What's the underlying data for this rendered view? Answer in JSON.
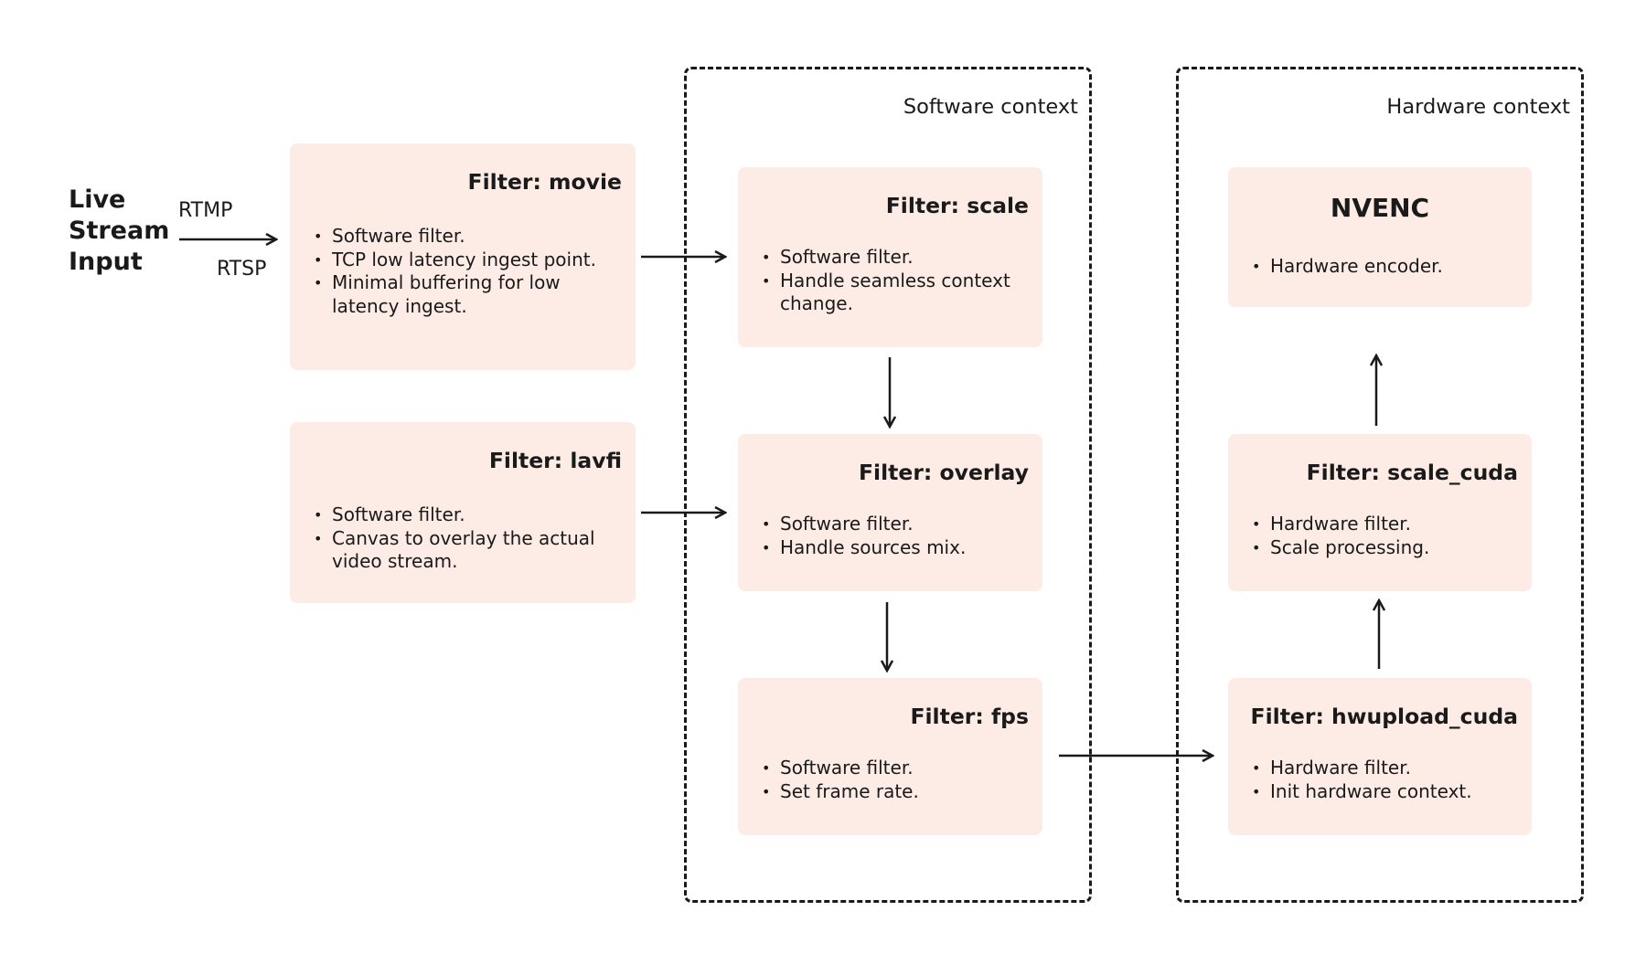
{
  "input": {
    "label": "Live Stream Input",
    "protocol_top": "RTMP",
    "protocol_bottom": "RTSP"
  },
  "contexts": {
    "software": {
      "title": "Software context"
    },
    "hardware": {
      "title": "Hardware context"
    }
  },
  "nodes": {
    "movie": {
      "title": "Filter: movie",
      "bullets": [
        "Software filter.",
        "TCP low latency ingest point.",
        "Minimal buffering for low latency ingest."
      ]
    },
    "lavfi": {
      "title": "Filter: lavfi",
      "bullets": [
        "Software filter.",
        "Canvas to overlay the actual video stream."
      ]
    },
    "scale": {
      "title": "Filter: scale",
      "bullets": [
        "Software filter.",
        "Handle seamless context change."
      ]
    },
    "overlay": {
      "title": "Filter: overlay",
      "bullets": [
        "Software filter.",
        "Handle sources mix."
      ]
    },
    "fps": {
      "title": "Filter: fps",
      "bullets": [
        "Software filter.",
        "Set frame rate."
      ]
    },
    "nvenc": {
      "title": "NVENC",
      "bullets": [
        "Hardware encoder."
      ]
    },
    "scale_cuda": {
      "title": "Filter: scale_cuda",
      "bullets": [
        "Hardware filter.",
        "Scale processing."
      ]
    },
    "hwupload_cuda": {
      "title": "Filter: hwupload_cuda",
      "bullets": [
        "Hardware filter.",
        "Init hardware context."
      ]
    }
  },
  "colors": {
    "node_fill": "#fdebe5",
    "stroke": "#1a1a1a"
  }
}
